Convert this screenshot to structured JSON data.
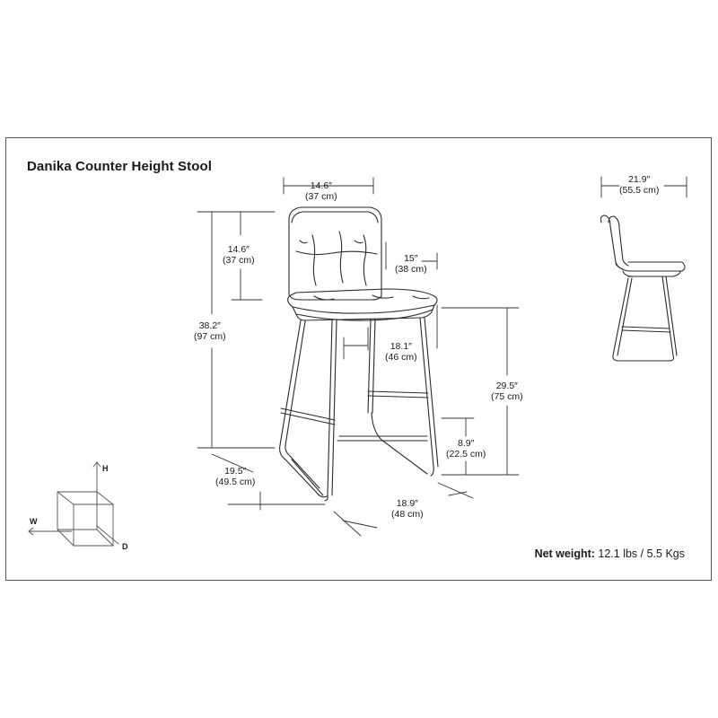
{
  "title": "Danika Counter Height Stool",
  "dimensions": {
    "seat_width": {
      "in": "14.6″",
      "cm": "(37 cm)"
    },
    "back_height": {
      "in": "14.6″",
      "cm": "(37 cm)"
    },
    "overall_height": {
      "in": "38.2″",
      "cm": "(97 cm)"
    },
    "seat_depth": {
      "in": "15″",
      "cm": "(38 cm)"
    },
    "base_width": {
      "in": "18.1″",
      "cm": "(46 cm)"
    },
    "seat_height": {
      "in": "29.5″",
      "cm": "(75 cm)"
    },
    "footrest_height": {
      "in": "8.9″",
      "cm": "(22.5 cm)"
    },
    "base_side": {
      "in": "19.5″",
      "cm": "(49.5 cm)"
    },
    "base_depth": {
      "in": "18.9″",
      "cm": "(48 cm)"
    },
    "side_depth": {
      "in": "21.9″",
      "cm": "(55.5 cm)"
    }
  },
  "axes": {
    "h": "H",
    "w": "W",
    "d": "D"
  },
  "weight": {
    "label": "Net weight:",
    "value": "12.1 lbs / 5.5 Kgs"
  }
}
